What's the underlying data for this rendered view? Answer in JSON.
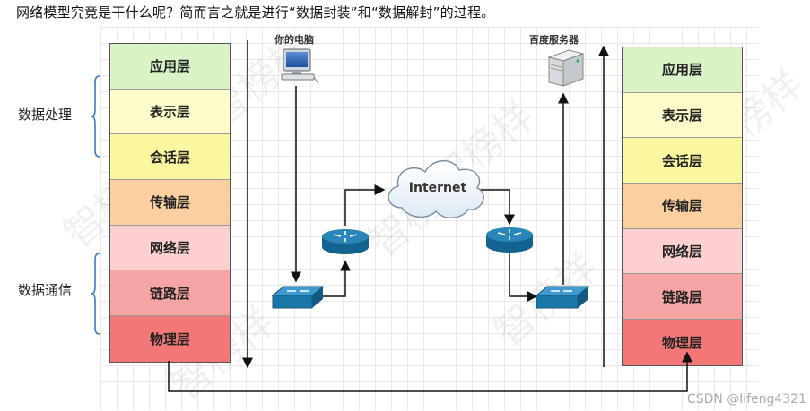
{
  "caption": "网络模型究竟是干什么呢？简而言之就是进行“数据封装”和“数据解封”的过程。",
  "left_stack": [
    {
      "label": "应用层",
      "color": "#d9f2c6"
    },
    {
      "label": "表示层",
      "color": "#fdfbc9"
    },
    {
      "label": "会话层",
      "color": "#fbf7a0"
    },
    {
      "label": "传输层",
      "color": "#fbcf9f"
    },
    {
      "label": "网络层",
      "color": "#fbd0cf"
    },
    {
      "label": "链路层",
      "color": "#f6a4a4"
    },
    {
      "label": "物理层",
      "color": "#f47777"
    }
  ],
  "right_stack": [
    {
      "label": "应用层",
      "color": "#d9f2c6"
    },
    {
      "label": "表示层",
      "color": "#fdfbc9"
    },
    {
      "label": "会话层",
      "color": "#fbf7a0"
    },
    {
      "label": "传输层",
      "color": "#fbcf9f"
    },
    {
      "label": "网络层",
      "color": "#fbd0cf"
    },
    {
      "label": "链路层",
      "color": "#f6a4a4"
    },
    {
      "label": "物理层",
      "color": "#f47777"
    }
  ],
  "groups": {
    "processing": "数据处理",
    "communication": "数据通信"
  },
  "pc_label": "你的电脑",
  "server_label": "百度服务器",
  "cloud_label": "Internet",
  "watermark": "智榜样",
  "credit": "CSDN @lifeng4321",
  "colors": {
    "device_blue": "#1b77a8",
    "brace_blue": "#3a7bbf"
  }
}
